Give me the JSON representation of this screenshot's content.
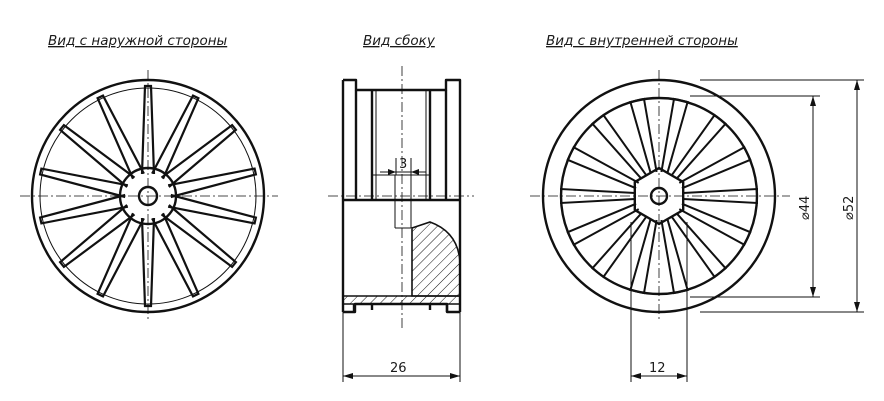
{
  "views": {
    "outer_title": "Вид с наружной стороны",
    "side_title": "Вид сбоку",
    "inner_title": "Вид с внутренней стороны"
  },
  "dimensions": {
    "side_step": "3",
    "side_width": "26",
    "inner_hex": "12",
    "inner_d44": "⌀44",
    "inner_d52": "⌀52"
  },
  "spokes": {
    "count": 14
  }
}
